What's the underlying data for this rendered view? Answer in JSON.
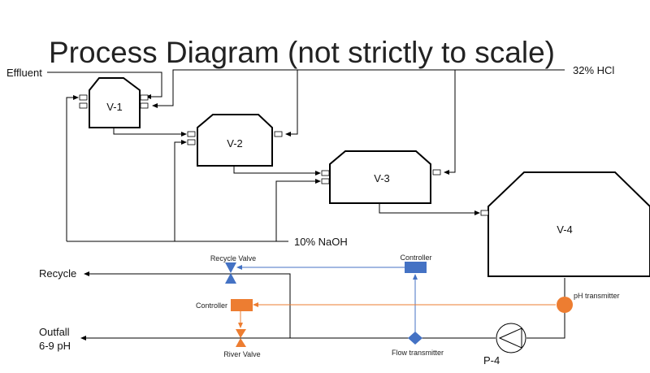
{
  "title": "Process Diagram (not strictly to scale)",
  "streams": {
    "effluent": "Effluent",
    "hcl": "32% HCl",
    "naoh": "10% NaOH",
    "recycle": "Recycle",
    "outfall_line1": "Outfall",
    "outfall_line2": "6-9 pH"
  },
  "vessels": {
    "v1": "V-1",
    "v2": "V-2",
    "v3": "V-3",
    "v4": "V-4"
  },
  "instruments": {
    "recycle_valve": "Recycle Valve",
    "controller_blue": "Controller",
    "controller_orange": "Controller",
    "ph_transmitter": "pH transmitter",
    "river_valve": "River Valve",
    "flow_transmitter": "Flow transmitter",
    "pump": "P-4"
  },
  "colors": {
    "signal_blue": "#4472c4",
    "signal_orange": "#ed7d31",
    "controller_blue_fill": "#4472c4",
    "controller_orange_fill": "#ed7d31"
  }
}
